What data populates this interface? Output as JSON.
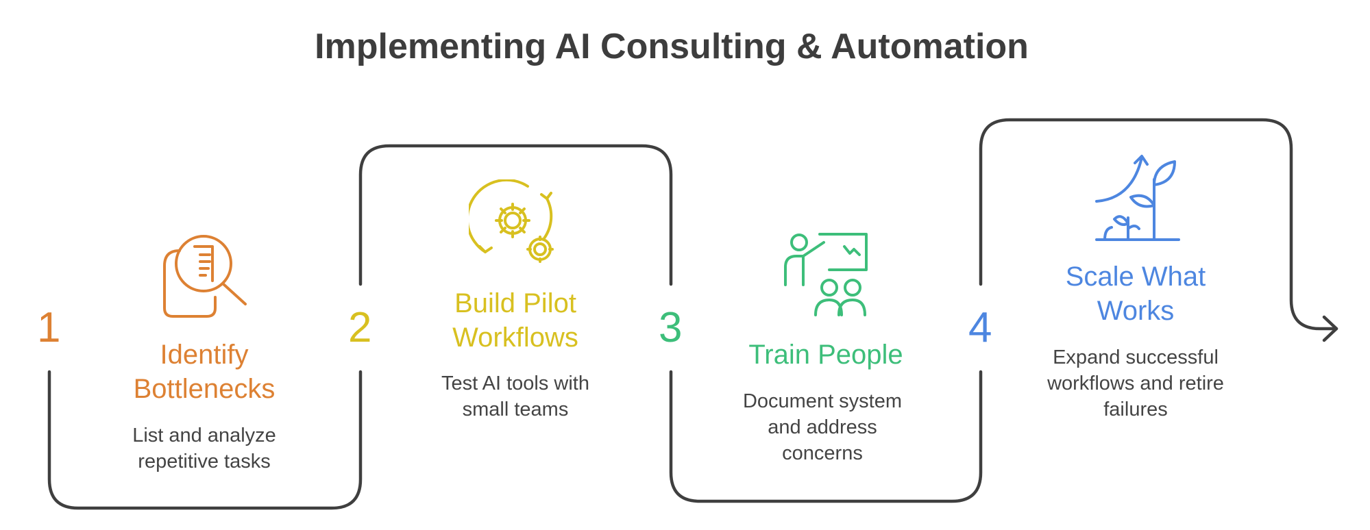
{
  "title": "Implementing AI Consulting & Automation",
  "colors": {
    "line": "#3f3f3f",
    "text": "#444444"
  },
  "steps": [
    {
      "number": "1",
      "title": "Identify Bottlenecks",
      "description": "List and analyze repetitive tasks",
      "color": "#DD8133",
      "icon": "document-search-icon"
    },
    {
      "number": "2",
      "title": "Build Pilot Workflows",
      "description": "Test AI tools with small teams",
      "color": "#D8C020",
      "icon": "gears-cycle-icon"
    },
    {
      "number": "3",
      "title": "Train People",
      "description": "Document system and address concerns",
      "color": "#3DBE7A",
      "icon": "teacher-presentation-icon"
    },
    {
      "number": "4",
      "title": "Scale What Works",
      "description": "Expand successful workflows and retire failures",
      "color": "#4D86E0",
      "icon": "growth-plant-icon"
    }
  ]
}
